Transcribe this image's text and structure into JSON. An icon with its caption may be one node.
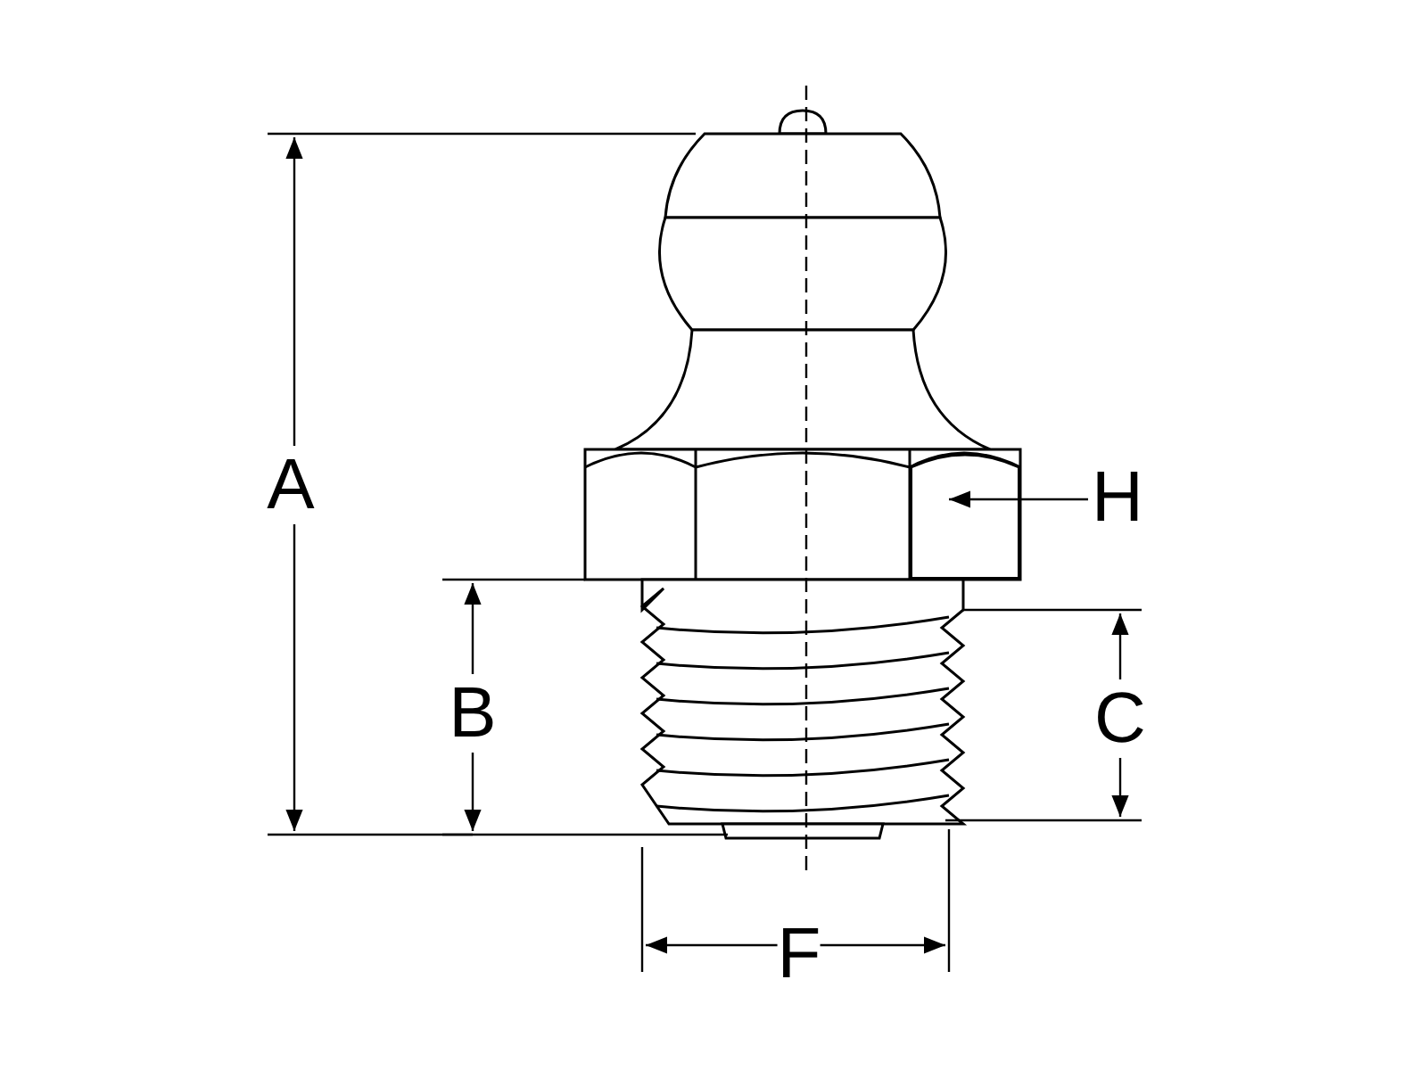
{
  "diagram": {
    "nodes": [
      {
        "text": [
          "H"
        ]
      },
      {
        "text": [],
        "shape": "picture"
      }
    ],
    "edges": [
      {
        "from": 0,
        "to": 1,
        "arrow": "to"
      }
    ],
    "labels": [
      "A",
      "B",
      "C",
      "F"
    ]
  }
}
